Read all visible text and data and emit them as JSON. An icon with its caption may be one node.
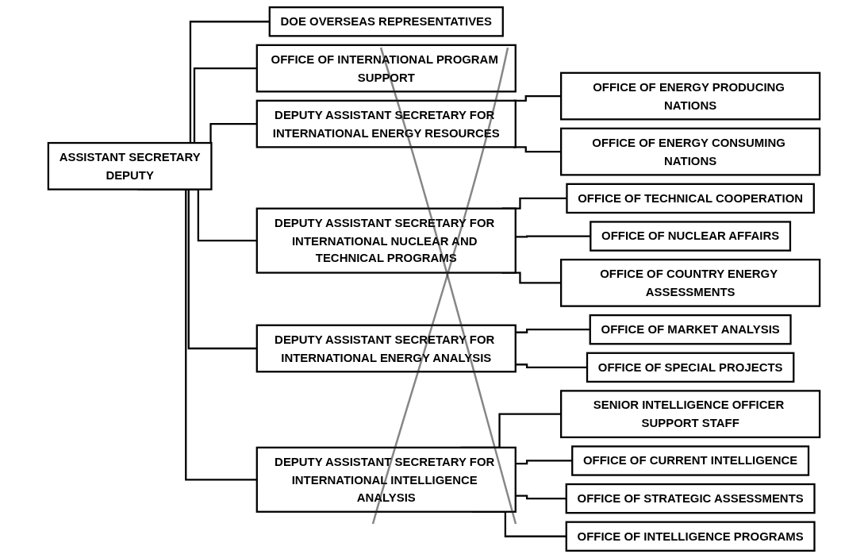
{
  "diagram": {
    "nodes": [
      {
        "text": [
          "ASSISTANT SECRETARY",
          "DEPUTY"
        ]
      },
      {
        "text": [
          "DOE OVERSEAS REPRESENTATIVES"
        ]
      },
      {
        "text": [
          "OFFICE OF INTERNATIONAL PROGRAM SUPPORT"
        ]
      },
      {
        "text": [
          "DEPUTY ASSISTANT SECRETARY FOR INTERNATIONAL ENERGY RESOURCES"
        ]
      },
      {
        "text": [
          "OFFICE OF ENERGY PRODUCING NATIONS"
        ]
      },
      {
        "text": [
          "OFFICE OF ENERGY CONSUMING NATIONS"
        ]
      },
      {
        "text": [
          "DEPUTY ASSISTANT SECRETARY FOR INTERNATIONAL NUCLEAR AND TECHNICAL PROGRAMS"
        ]
      },
      {
        "text": [
          "OFFICE OF TECHNICAL COOPERATION"
        ]
      },
      {
        "text": [
          "OFFICE OF NUCLEAR AFFAIRS"
        ]
      },
      {
        "text": [
          "OFFICE OF COUNTRY ENERGY ASSESSMENTS"
        ]
      },
      {
        "text": [
          "DEPUTY ASSISTANT SECRETARY FOR INTERNATIONAL ENERGY ANALYSIS"
        ]
      },
      {
        "text": [
          "OFFICE OF MARKET ANALYSIS"
        ]
      },
      {
        "text": [
          "OFFICE OF SPECIAL PROJECTS"
        ]
      },
      {
        "text": [
          "DEPUTY ASSISTANT SECRETARY FOR INTERNATIONAL INTELLIGENCE ANALYSIS"
        ]
      },
      {
        "text": [
          "SENIOR INTELLIGENCE OFFICER SUPPORT STAFF"
        ]
      },
      {
        "text": [
          "OFFICE OF CURRENT INTELLIGENCE"
        ]
      },
      {
        "text": [
          "OFFICE OF STRATEGIC ASSESSMENTS"
        ]
      },
      {
        "text": [
          "OFFICE OF INTELLIGENCE PROGRAMS"
        ]
      }
    ],
    "edges": [
      {
        "from": 0,
        "to": 1,
        "arrow": "none"
      },
      {
        "from": 0,
        "to": 2,
        "arrow": "none"
      },
      {
        "from": 0,
        "to": 3,
        "arrow": "none"
      },
      {
        "from": 0,
        "to": 6,
        "arrow": "none"
      },
      {
        "from": 0,
        "to": 10,
        "arrow": "none"
      },
      {
        "from": 0,
        "to": 13,
        "arrow": "none"
      },
      {
        "from": 3,
        "to": 4,
        "arrow": "none"
      },
      {
        "from": 3,
        "to": 5,
        "arrow": "none"
      },
      {
        "from": 6,
        "to": 7,
        "arrow": "none"
      },
      {
        "from": 6,
        "to": 8,
        "arrow": "none"
      },
      {
        "from": 6,
        "to": 9,
        "arrow": "none"
      },
      {
        "from": 10,
        "to": 11,
        "arrow": "none"
      },
      {
        "from": 10,
        "to": 12,
        "arrow": "none"
      },
      {
        "from": 13,
        "to": 14,
        "arrow": "none"
      },
      {
        "from": 13,
        "to": 15,
        "arrow": "none"
      },
      {
        "from": 13,
        "to": 16,
        "arrow": "none"
      },
      {
        "from": 13,
        "to": 17,
        "arrow": "none"
      }
    ]
  }
}
